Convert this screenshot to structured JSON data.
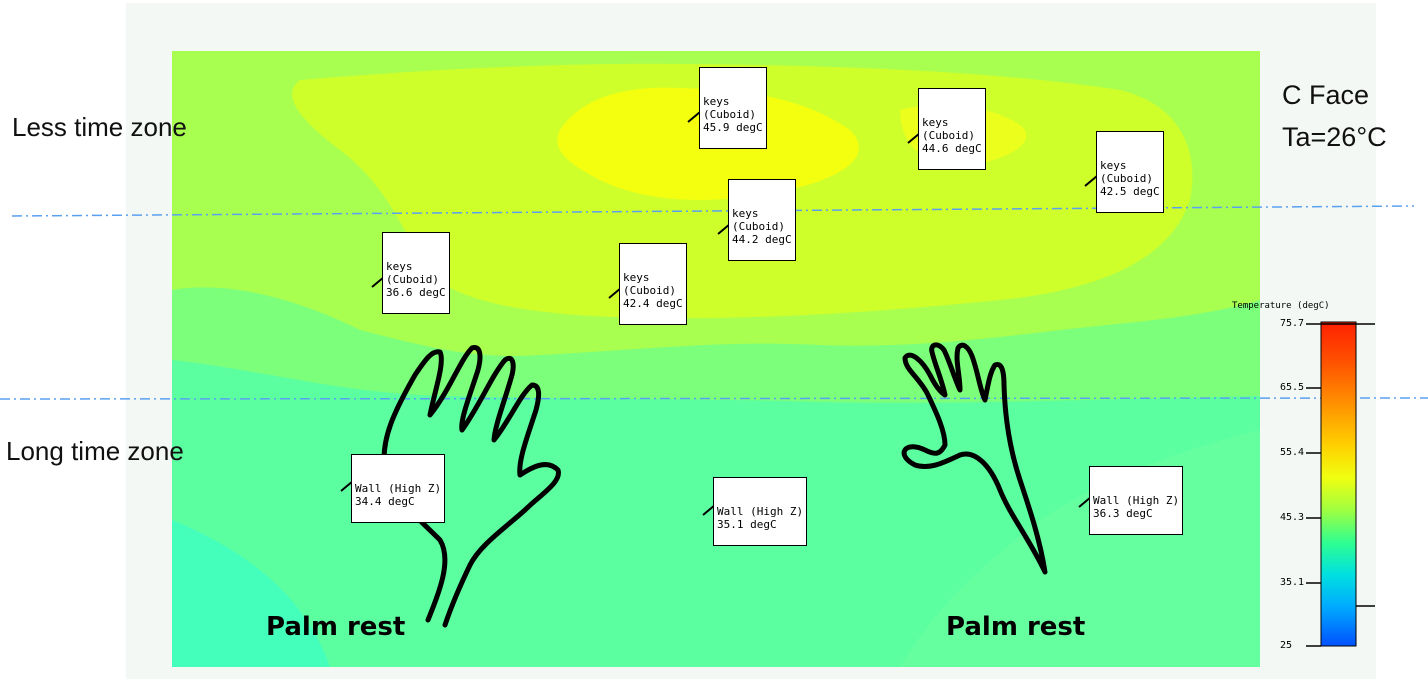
{
  "zones": {
    "less": "Less time zone",
    "long": "Long time zone"
  },
  "condition": {
    "face": "C Face",
    "ambient": "Ta=26°C"
  },
  "palm_rest": {
    "left": "Palm rest",
    "right": "Palm rest"
  },
  "probes": [
    {
      "name": "keys",
      "type": "(Cuboid)",
      "value": "45.9 degC"
    },
    {
      "name": "keys",
      "type": "(Cuboid)",
      "value": "44.6 degC"
    },
    {
      "name": "keys",
      "type": "(Cuboid)",
      "value": "42.5 degC"
    },
    {
      "name": "keys",
      "type": "(Cuboid)",
      "value": "44.2 degC"
    },
    {
      "name": "keys",
      "type": "(Cuboid)",
      "value": "36.6 degC"
    },
    {
      "name": "keys",
      "type": "(Cuboid)",
      "value": "42.4 degC"
    },
    {
      "name": "Wall (High Z)",
      "value": "34.4 degC"
    },
    {
      "name": "Wall (High Z)",
      "value": "35.1 degC"
    },
    {
      "name": "Wall (High Z)",
      "value": "36.3 degC"
    }
  ],
  "legend": {
    "title": "Temperature (degC)",
    "ticks": [
      "75.7",
      "65.5",
      "55.4",
      "45.3",
      "35.1",
      "25"
    ]
  },
  "colors": {
    "hot": "#f4ff10",
    "warm": "#d8ff30",
    "mid": "#b8ff4a",
    "cool": "#8cff6e",
    "cold": "#5cffa0",
    "coldest": "#40ffc0",
    "divider": "#5aa0f0"
  }
}
